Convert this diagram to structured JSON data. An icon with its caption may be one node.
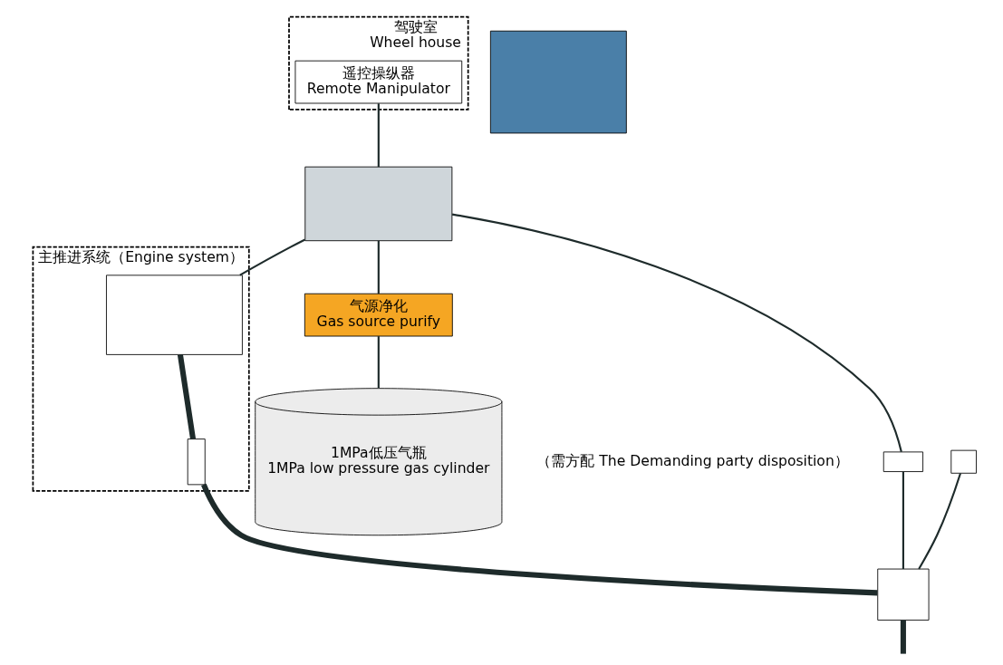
{
  "diagram": {
    "nodes": [
      {
        "text": [
          "驾驶室",
          "Wheel house"
        ]
      },
      {
        "text": [
          "遥控操纵器",
          "Remote Manipulator"
        ],
        "in": 0
      },
      {
        "text": [],
        "shape": "box"
      },
      {
        "text": [
          "气源净化",
          "Gas source purify"
        ]
      },
      {
        "text": [
          "1MPa低压气瓶",
          "1MPa low pressure gas cylinder"
        ],
        "beside": [
          "（需方配 The Demanding party disposition）"
        ]
      },
      {
        "text": [
          "主推进系统（Engine system）"
        ]
      },
      {
        "text": [],
        "shape": "box",
        "in": 5
      },
      {
        "text": [],
        "shape": "box",
        "in": 5
      },
      {
        "text": [],
        "shape": "box"
      },
      {
        "text": [],
        "shape": "box"
      },
      {
        "text": [],
        "shape": "box"
      },
      {
        "text": [],
        "shape": "box"
      }
    ],
    "edges": [
      {
        "from": 1,
        "to": 2,
        "arrow": "none"
      },
      {
        "from": 3,
        "to": 4,
        "arrow": "none"
      },
      {
        "from": 2,
        "to": 3,
        "arrow": "none"
      },
      {
        "from": 2,
        "to": 6,
        "arrow": "none"
      },
      {
        "from": 2,
        "to": 8,
        "arrow": "none"
      },
      {
        "from": 8,
        "to": 10,
        "arrow": "none"
      },
      {
        "from": 9,
        "to": 10,
        "arrow": "none"
      },
      {
        "from": 6,
        "to": 7,
        "arrow": "none",
        "style": "thick"
      },
      {
        "from": 7,
        "to": 10,
        "arrow": "none",
        "style": "thick"
      },
      {
        "from": 10,
        "to": null,
        "arrow": "none",
        "style": "thick"
      }
    ]
  }
}
